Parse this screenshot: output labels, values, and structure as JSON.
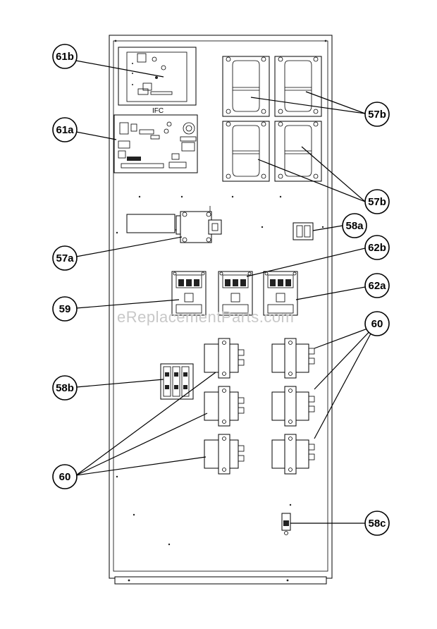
{
  "watermark": "eReplacementParts.com",
  "board_silk": "IFC",
  "callouts": [
    {
      "id": "61b",
      "label": "61b"
    },
    {
      "id": "61a",
      "label": "61a"
    },
    {
      "id": "57b-top",
      "label": "57b"
    },
    {
      "id": "57b-bottom",
      "label": "57b"
    },
    {
      "id": "58a",
      "label": "58a"
    },
    {
      "id": "57a",
      "label": "57a"
    },
    {
      "id": "62b",
      "label": "62b"
    },
    {
      "id": "59",
      "label": "59"
    },
    {
      "id": "62a",
      "label": "62a"
    },
    {
      "id": "60-right",
      "label": "60"
    },
    {
      "id": "58b",
      "label": "58b"
    },
    {
      "id": "60-left",
      "label": "60"
    },
    {
      "id": "58c",
      "label": "58c"
    }
  ]
}
